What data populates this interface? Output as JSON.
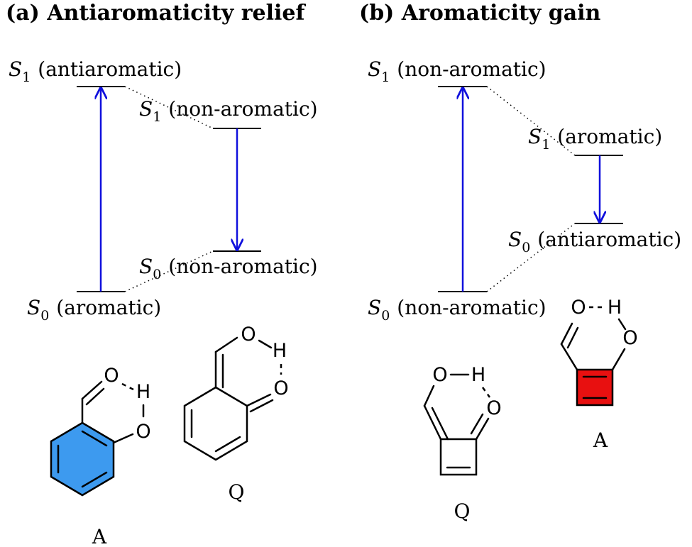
{
  "panel_a": {
    "title": "(a) Antiaromaticity relief",
    "s1_high": {
      "symbol": "S",
      "sub": "1",
      "desc": "(antiaromatic)"
    },
    "s1_low": {
      "symbol": "S",
      "sub": "1",
      "desc": "(non-aromatic)"
    },
    "s0_high": {
      "symbol": "S",
      "sub": "0",
      "desc": "(non-aromatic)"
    },
    "s0_low": {
      "symbol": "S",
      "sub": "0",
      "desc": "(aromatic)"
    },
    "caption_A": "A",
    "caption_Q": "Q",
    "fill_A": "#3d9aef"
  },
  "panel_b": {
    "title": "(b) Aromaticity gain",
    "s1_high": {
      "symbol": "S",
      "sub": "1",
      "desc": "(non-aromatic)"
    },
    "s1_low": {
      "symbol": "S",
      "sub": "1",
      "desc": "(aromatic)"
    },
    "s0_high": {
      "symbol": "S",
      "sub": "0",
      "desc": "(antiaromatic)"
    },
    "s0_low": {
      "symbol": "S",
      "sub": "0",
      "desc": "(non-aromatic)"
    },
    "caption_A": "A",
    "caption_Q": "Q",
    "fill_A": "#e81010"
  },
  "atoms": {
    "oxygen": "O",
    "hydrogen": "H"
  },
  "colors": {
    "arrow": "#1010dd"
  }
}
